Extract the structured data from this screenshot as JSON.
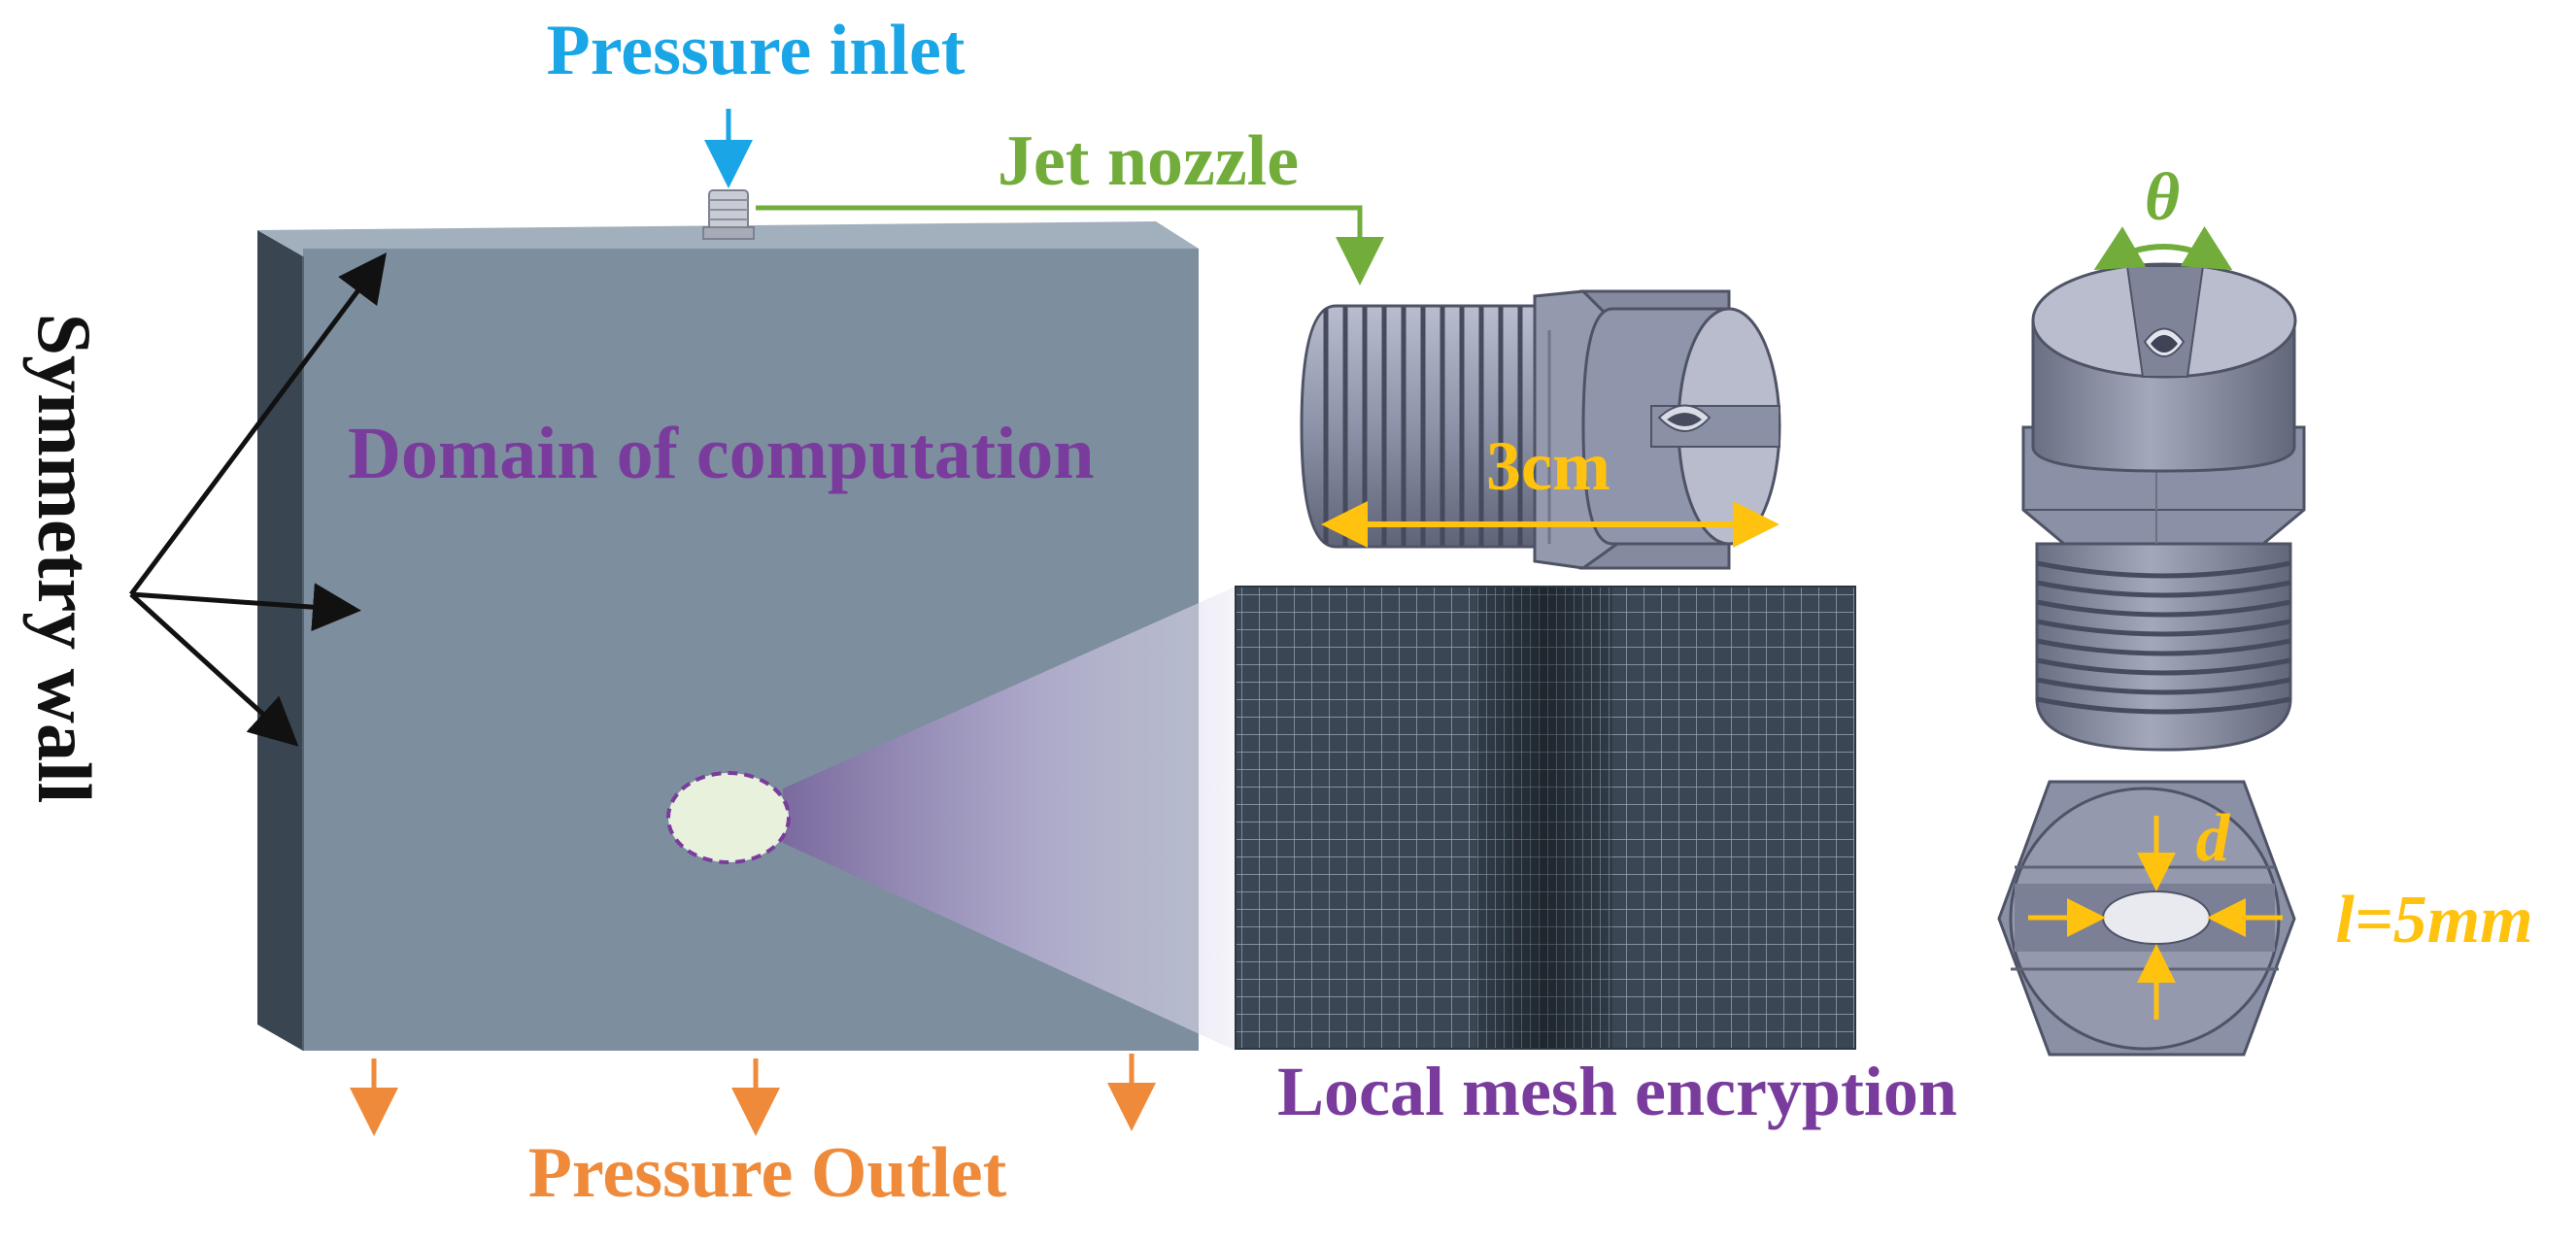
{
  "labels": {
    "pressure_inlet": "Pressure inlet",
    "jet_nozzle": "Jet nozzle",
    "theta": "θ",
    "symmetry_wall": "Symmetry wall",
    "domain": "Domain of computation",
    "length_3cm": "3cm",
    "d": "d",
    "l_5mm": "l=5mm",
    "local_mesh": "Local mesh encryption",
    "pressure_outlet": "Pressure Outlet"
  },
  "colors": {
    "inlet_blue": "#1aa6e6",
    "nozzle_green": "#72ad3c",
    "symmetry_black": "#111111",
    "domain_purple": "#7a3c9c",
    "dim_yellow": "#ffc20e",
    "mesh_purple": "#7a3c9c",
    "outlet_orange": "#ee8a3a",
    "block_face": "#7d8e9f",
    "block_top": "#95a4b3",
    "block_side": "#394550",
    "mesh_bg": "#35414d",
    "nozzle_metal": "#9aa0b6"
  },
  "icons": {
    "inlet_arrow": "arrow-down-icon",
    "outlet_arrows": "arrow-down-icon",
    "theta_arrow": "double-arrow-icon"
  }
}
